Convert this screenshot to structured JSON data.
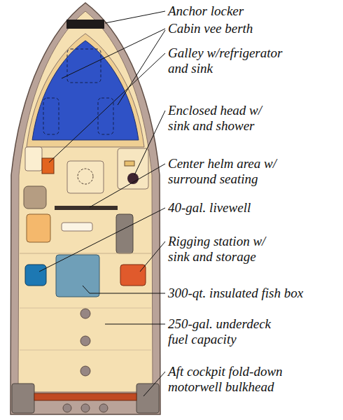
{
  "diagram": {
    "labels": [
      "Anchor locker",
      "Cabin vee berth",
      "Galley w/refrigerator and sink",
      "Enclosed head w/ sink and shower",
      "Center helm area w/ surround seating",
      "40-gal. livewell",
      "Rigging station w/ sink and storage",
      "300-qt. insulated fish box",
      "250-gal. underdeck fuel capacity",
      "Aft cockpit fold-down motorwell bulkhead"
    ]
  }
}
